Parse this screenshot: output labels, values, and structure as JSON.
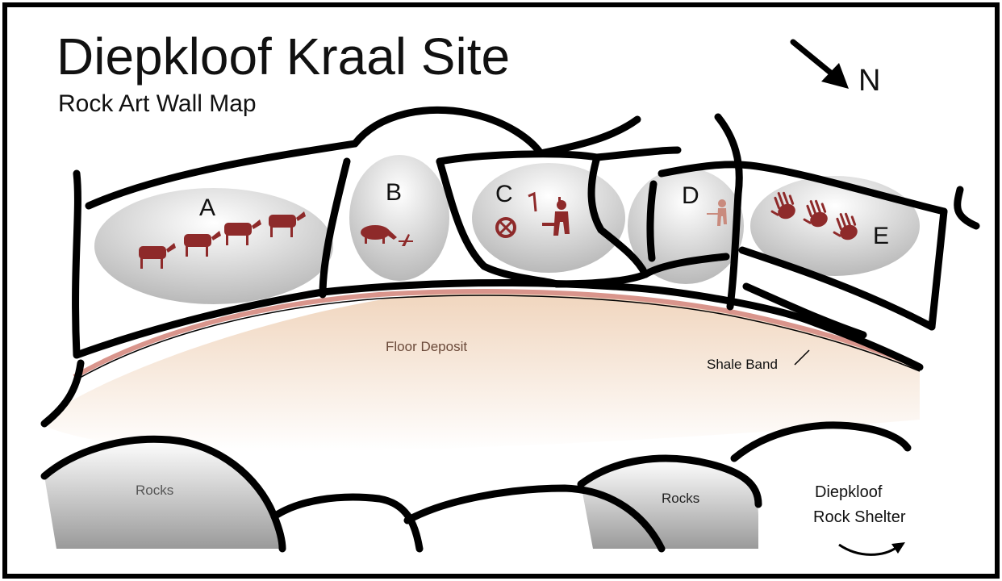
{
  "title": "Diepkloof Kraal Site",
  "subtitle": "Rock Art Wall Map",
  "north_label": "N",
  "panels": [
    {
      "letter": "A",
      "art": "cattle"
    },
    {
      "letter": "B",
      "art": "animal-and-figure"
    },
    {
      "letter": "C",
      "art": "wheel-and-figure"
    },
    {
      "letter": "D",
      "art": "human-figure"
    },
    {
      "letter": "E",
      "art": "handprints"
    }
  ],
  "labels": {
    "floor_deposit": "Floor Deposit",
    "shale_band": "Shale Band",
    "rocks_left": "Rocks",
    "rocks_right": "Rocks",
    "shelter_line1": "Diepkloof",
    "shelter_line2": "Rock Shelter"
  },
  "colors": {
    "outline": "#000000",
    "rock_art": "#8e2a2a",
    "floor_deposit": "#f1d9c4",
    "shale_band": "#d9958c"
  }
}
